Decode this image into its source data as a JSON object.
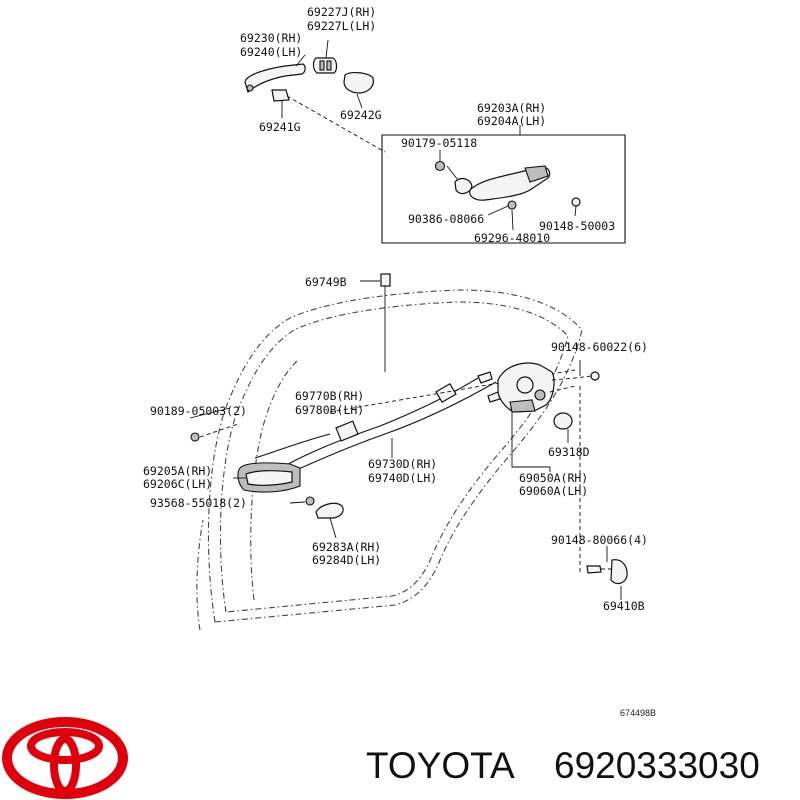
{
  "diagram": {
    "labels": {
      "p69227": [
        "69227J(RH)",
        "69227L(LH)"
      ],
      "p69230": [
        "69230(RH)",
        "69240(LH)"
      ],
      "p69242": [
        "69242G"
      ],
      "p69241": [
        "69241G"
      ],
      "p69203": [
        "69203A(RH)",
        "69204A(LH)"
      ],
      "p90179": [
        "90179-05118"
      ],
      "p90386": [
        "90386-08066"
      ],
      "p90148a": [
        "90148-50003"
      ],
      "p69296": [
        "69296-48010"
      ],
      "p69749": [
        "69749B"
      ],
      "p90148b": [
        "90148-60022(6)"
      ],
      "p90189": [
        "90189-05003(2)"
      ],
      "p69770": [
        "69770B(RH)",
        "69780B(LH)"
      ],
      "p69318": [
        "69318D"
      ],
      "p69730": [
        "69730D(RH)",
        "69740D(LH)"
      ],
      "p69050": [
        "69050A(RH)",
        "69060A(LH)"
      ],
      "p69205": [
        "69205A(RH)",
        "69206C(LH)"
      ],
      "p93568": [
        "93568-55018(2)"
      ],
      "p69283": [
        "69283A(RH)",
        "69284D(LH)"
      ],
      "p90148c": [
        "90148-80066(4)"
      ],
      "p69410": [
        "69410B"
      ]
    },
    "drawing_code": "674498B"
  },
  "brand": {
    "name": "TOYOTA",
    "part_number": "6920333030",
    "logo_color": "#e0000b"
  }
}
